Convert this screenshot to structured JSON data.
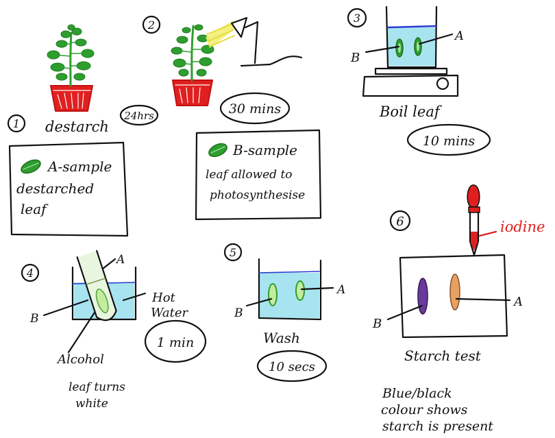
{
  "steps": [
    {
      "num": "1",
      "label": "destarch",
      "time": "24hrs",
      "note": [
        "A-sample",
        "destarched",
        "leaf"
      ]
    },
    {
      "num": "2",
      "time": "30 mins",
      "note": [
        "B-sample",
        "leaf allowed to",
        "photosynthesise"
      ]
    },
    {
      "num": "3",
      "label": "Boil leaf",
      "time": "10 mins",
      "a": "A",
      "b": "B"
    },
    {
      "num": "4",
      "a": "A",
      "b": "B",
      "water": [
        "Hot",
        "Water"
      ],
      "time": "1 min",
      "alcohol": "Alcohol",
      "result": [
        "leaf turns",
        "white"
      ]
    },
    {
      "num": "5",
      "label": "Wash",
      "time": "10 secs",
      "a": "A",
      "b": "B"
    },
    {
      "num": "6",
      "iodine": "iodine",
      "label": "Starch test",
      "a": "A",
      "b": "B",
      "conclusion": [
        "Blue/black",
        "colour shows",
        "starch is present"
      ]
    }
  ],
  "colors": {
    "ink": "#111111",
    "leaf": "#2e9e2e",
    "pot": "#e02020",
    "lamp_beam": "#f2ee72",
    "water": "#a8e4f0",
    "iodine": "#e02020",
    "blue_black": "#6a3a9a",
    "orange": "#e6a060"
  },
  "icons": [
    "plant-icon",
    "lamp-icon",
    "hotplate-icon",
    "test-tube-icon",
    "dropper-icon"
  ]
}
